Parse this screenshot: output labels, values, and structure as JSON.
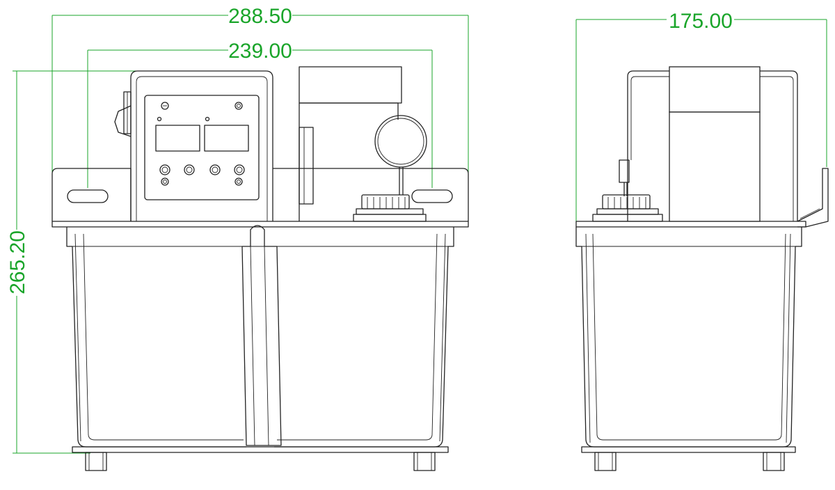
{
  "diagram": {
    "dimensions": {
      "front_overall_width": "288.50",
      "front_slot_spacing": "239.00",
      "front_overall_height": "265.20",
      "side_overall_width": "175.00"
    },
    "colors": {
      "dimension": "#1aa52a",
      "outline": "#222222",
      "background": "#ffffff"
    }
  }
}
